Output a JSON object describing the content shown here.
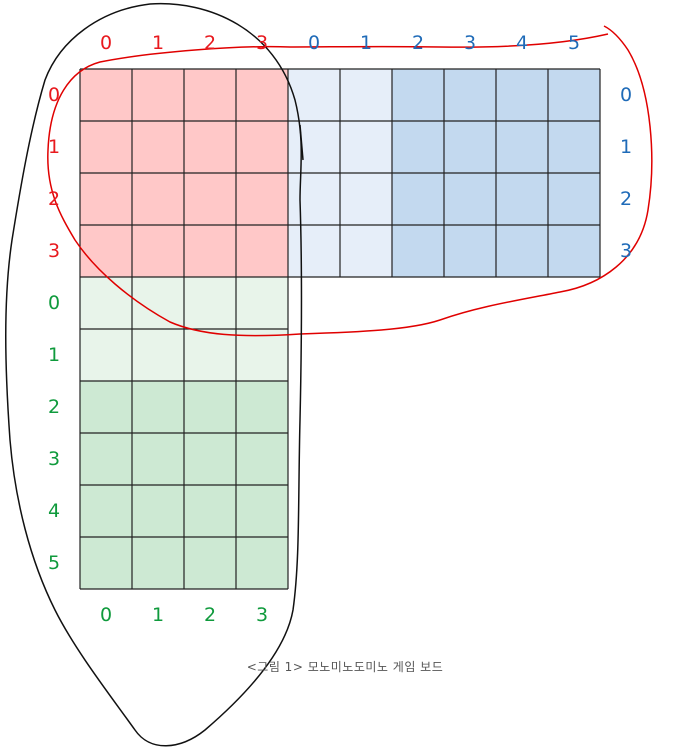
{
  "colors": {
    "red_dark": "#ffc8c8",
    "blue_light": "#e6eef9",
    "blue_dark": "#c3d9ef",
    "green_light": "#e8f4ea",
    "green_dark": "#cde9d3",
    "label_red": "#e8191e",
    "label_blue": "#1f6bb8",
    "label_green": "#0f9a3c",
    "grid_line": "#222222"
  },
  "red_board": {
    "top_labels": [
      "0",
      "1",
      "2",
      "3"
    ],
    "left_labels": [
      "0",
      "1",
      "2",
      "3"
    ]
  },
  "blue_board": {
    "top_labels": [
      "0",
      "1",
      "2",
      "3",
      "4",
      "5"
    ],
    "right_labels": [
      "0",
      "1",
      "2",
      "3"
    ]
  },
  "green_board": {
    "left_labels": [
      "0",
      "1",
      "2",
      "3",
      "4",
      "5"
    ],
    "bottom_labels": [
      "0",
      "1",
      "2",
      "3"
    ]
  },
  "caption": "<그림 1> 모노미노도미노 게임 보드"
}
